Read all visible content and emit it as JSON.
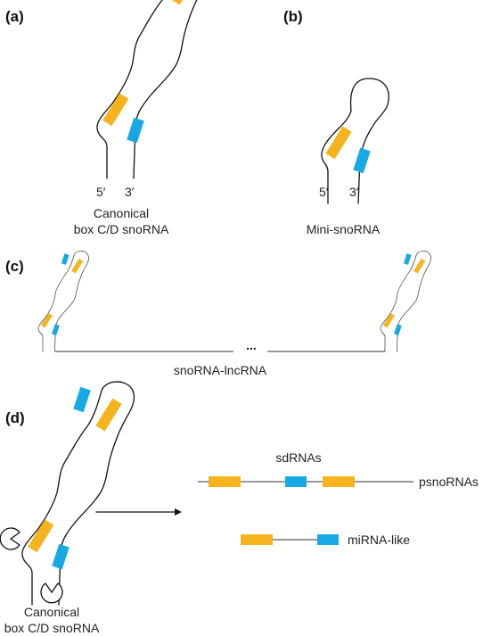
{
  "colors": {
    "box_c_color": "#f5b41e",
    "box_d_color": "#17a9e3",
    "line_color": "#111111"
  },
  "panel_a": {
    "label": "(a)",
    "five_prime": "5′",
    "three_prime": "3′",
    "caption_line1": "Canonical",
    "caption_line2": "box C/D snoRNA"
  },
  "panel_b": {
    "label": "(b)",
    "five_prime": "5′",
    "three_prime": "3′",
    "caption": "Mini-snoRNA"
  },
  "panel_c": {
    "label": "(c)",
    "ellipsis": "...",
    "caption": "snoRNA-lncRNA"
  },
  "panel_d": {
    "label": "(d)",
    "caption_line1": "Canonical",
    "caption_line2": "box C/D snoRNA",
    "sdrnas_label": "sdRNAs",
    "psnornas_label": "psnoRNAs",
    "mirna_like_label": "miRNA-like"
  }
}
